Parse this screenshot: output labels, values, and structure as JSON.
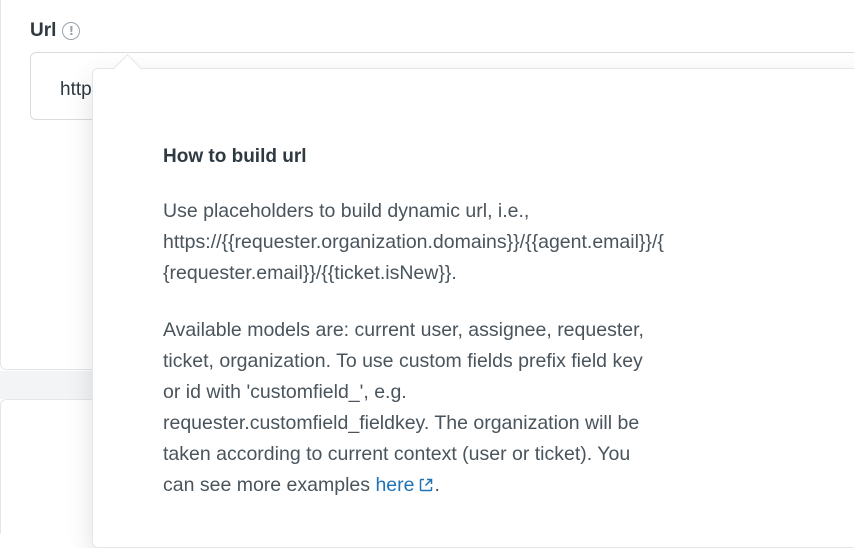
{
  "field": {
    "label": "Url",
    "info_icon": "info-icon",
    "input_value": "https://"
  },
  "tooltip": {
    "title": "How to build url",
    "p1_line1": "Use placeholders to build dynamic url, i.e.,",
    "p1_line2": "https://{{requester.organization.domains}}/{{agent.email}}/{",
    "p1_line3": "{requester.email}}/{{ticket.isNew}}.",
    "p2_line1": "Available models are: current user, assignee, requester,",
    "p2_line2": "ticket, organization. To use custom fields prefix field key",
    "p2_line3": "or id with 'customfield_', e.g.",
    "p2_line4": "requester.customfield_fieldkey. The organization will be",
    "p2_line5": "taken according to current context (user or ticket). You",
    "p2_line6_prefix": "can see more examples ",
    "link_text": "here",
    "link_suffix": ".",
    "link_icon": "external-link-icon"
  }
}
